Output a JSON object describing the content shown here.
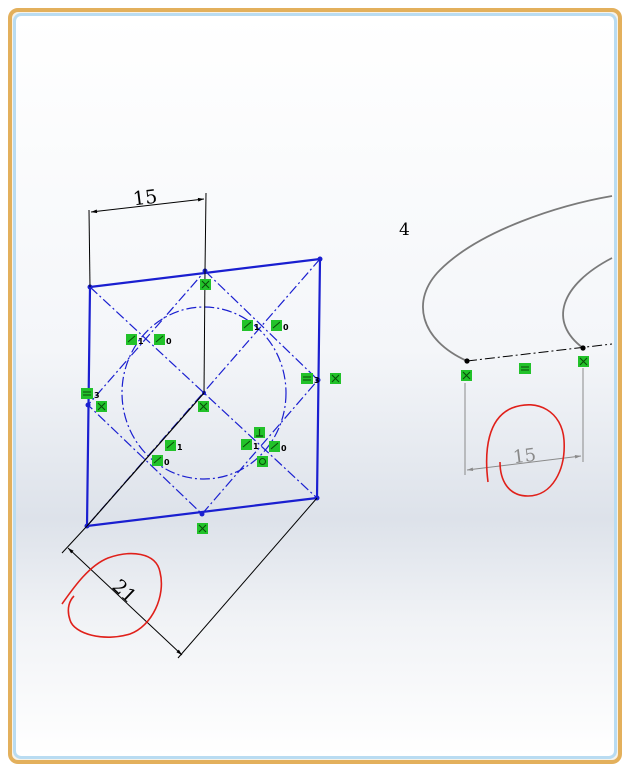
{
  "dimensions": {
    "top_width": "15",
    "diagonal": "21",
    "right_width": "15"
  },
  "annotation_number": "4",
  "relation_labels": {
    "symmetric_1a": "1",
    "symmetric_0a": "0",
    "symmetric_1b": "1",
    "symmetric_0b": "0",
    "symmetric_1c": "1",
    "symmetric_0c": "0",
    "symmetric_1d": "1",
    "symmetric_0d": "0",
    "equal_left": "3",
    "equal_right": "3"
  },
  "colors": {
    "sketch_blue": "#1a1fd0",
    "dimension_black": "#000000",
    "relation_green": "#22c22a",
    "markup_red": "#e0201a",
    "curve_grey": "#7a7a7a",
    "frame_orange": "#e3b05c",
    "frame_blue": "#b9dcf2"
  }
}
